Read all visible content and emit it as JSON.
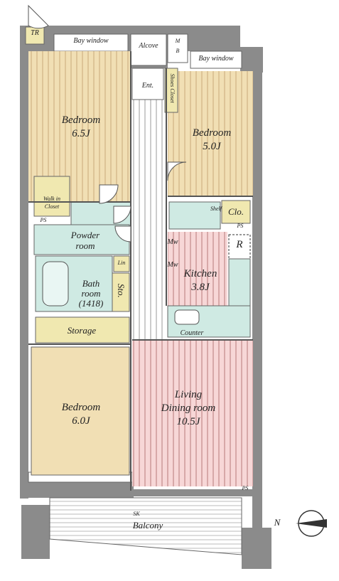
{
  "rooms": {
    "bedroom_nw": {
      "name": "Bedroom",
      "size": "6.5J"
    },
    "bedroom_ne": {
      "name": "Bedroom",
      "size": "5.0J"
    },
    "bedroom_sw": {
      "name": "Bedroom",
      "size": "6.0J"
    },
    "kitchen": {
      "name": "Kitchen",
      "size": "3.8J"
    },
    "living": {
      "line1": "Living",
      "line2": "Dining room",
      "size": "10.5J"
    },
    "powder": {
      "line1": "Powder",
      "line2": "room"
    },
    "bath": {
      "line1": "Bath",
      "line2": "room",
      "line3": "(1418)"
    },
    "storage": "Storage",
    "entrance": "Ent.",
    "alcove": "Alcove",
    "mb_top": "M",
    "mb_bottom": "B",
    "tr": "TR",
    "closet": "Clo.",
    "walk_in_1": "Walk in",
    "walk_in_2": "Closet",
    "shoes_closet": "Shoes Closet",
    "storage_small": "Sto.",
    "linen": "Lin",
    "bay_window_left": "Bay window",
    "bay_window_right": "Bay window",
    "counter": "Counter",
    "fridge": "R",
    "ps": "PS",
    "shelf": "Shelf",
    "sk": "SK",
    "balcony": "Balcony",
    "mw": "Mw",
    "compass": "N"
  },
  "colors": {
    "bedroom": "#f1dfb4",
    "living": "#f7d7d7",
    "wet": "#cfeae3",
    "wall": "#8b8b8b",
    "storage": "#f0e8b0"
  }
}
